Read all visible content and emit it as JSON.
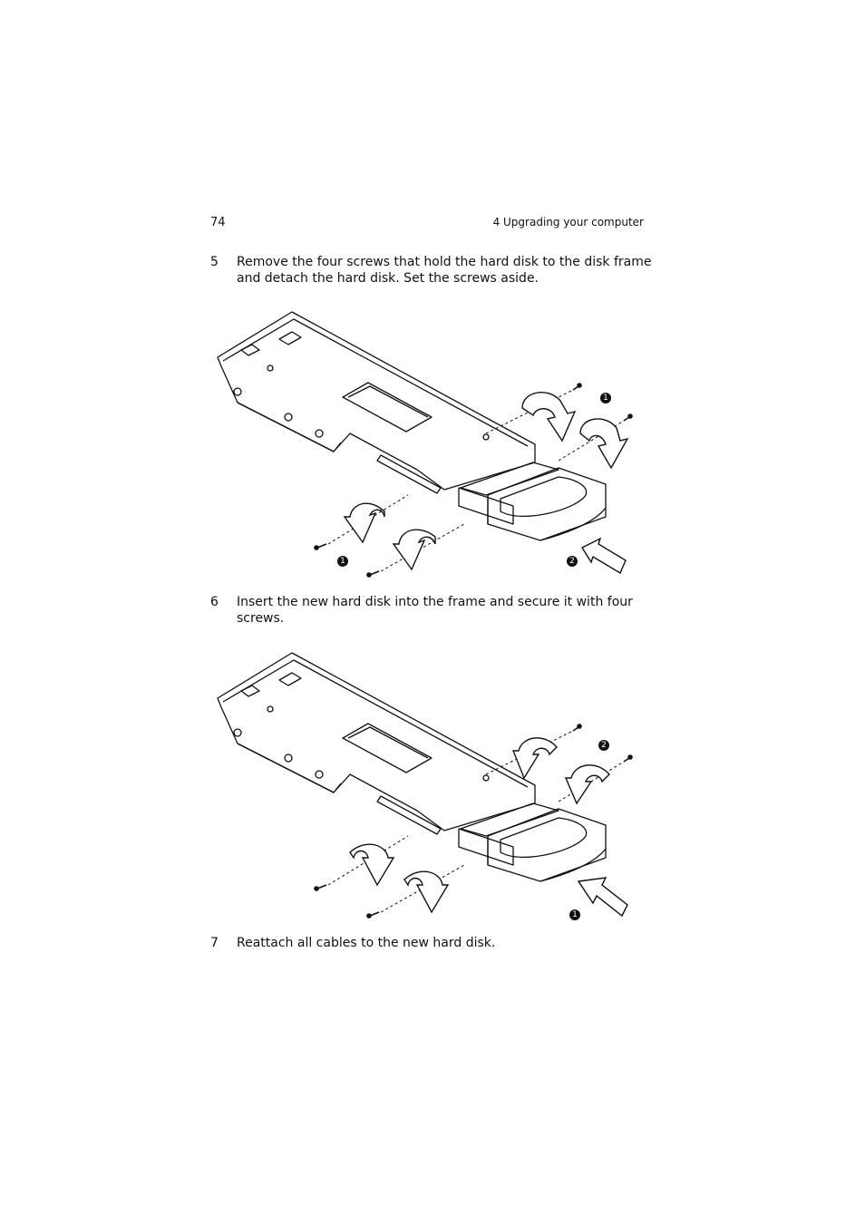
{
  "header": {
    "page_number": "74",
    "chapter": "4 Upgrading your computer"
  },
  "steps": [
    {
      "number": "5",
      "text": "Remove the four screws that hold the hard disk to the disk frame and detach the hard disk.  Set the screws aside."
    },
    {
      "number": "6",
      "text": "Insert the new hard disk into the frame and secure it with four screws."
    },
    {
      "number": "7",
      "text": "Reattach all cables to the new hard disk."
    }
  ],
  "figures": [
    {
      "callouts": [
        "1",
        "1",
        "2"
      ]
    },
    {
      "callouts": [
        "2",
        "1"
      ]
    }
  ]
}
